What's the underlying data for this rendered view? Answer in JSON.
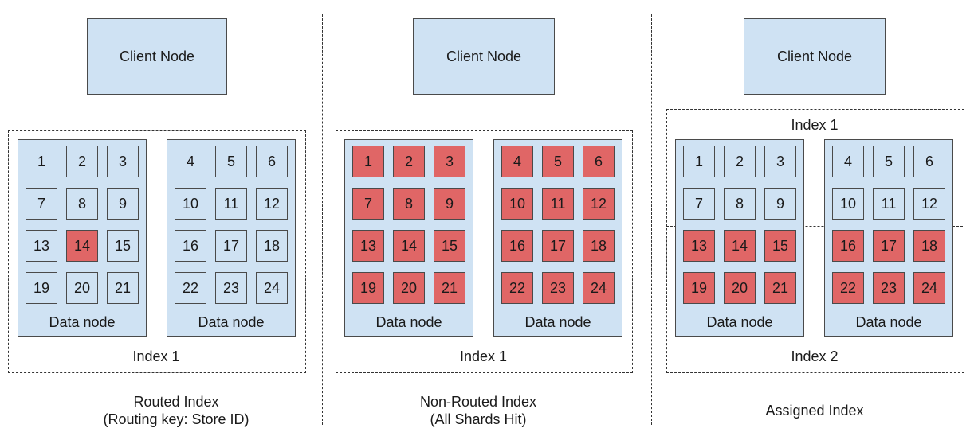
{
  "colors": {
    "node_fill": "#cfe2f3",
    "hit_fill": "#e06666",
    "border": "#4a4a4a"
  },
  "panels": [
    {
      "client_label": "Client Node",
      "index_top_label": "",
      "index_bottom_label": "Index 1",
      "node_label": "Data node",
      "hit_shards": [
        14
      ],
      "caption_line1": "Routed Index",
      "caption_line2": "(Routing key: Store ID)"
    },
    {
      "client_label": "Client Node",
      "index_top_label": "",
      "index_bottom_label": "Index 1",
      "node_label": "Data node",
      "hit_shards": [
        1,
        2,
        3,
        4,
        5,
        6,
        7,
        8,
        9,
        10,
        11,
        12,
        13,
        14,
        15,
        16,
        17,
        18,
        19,
        20,
        21,
        22,
        23,
        24
      ],
      "caption_line1": "Non-Routed Index",
      "caption_line2": "(All Shards Hit)"
    },
    {
      "client_label": "Client Node",
      "index_top_label": "Index 1",
      "index_bottom_label": "Index 2",
      "node_label": "Data node",
      "hit_shards": [
        13,
        14,
        15,
        16,
        17,
        18,
        19,
        20,
        21,
        22,
        23,
        24
      ],
      "caption_line1": "",
      "caption_line2": "Assigned Index"
    }
  ]
}
